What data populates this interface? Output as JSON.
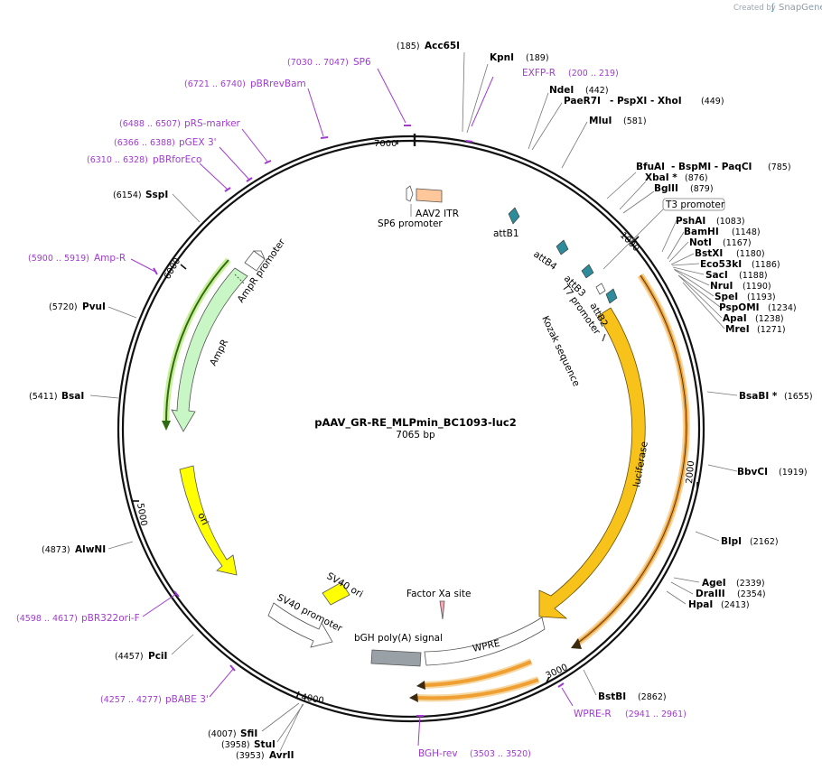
{
  "credit": {
    "prefix": "Created by",
    "brand": "SnapGene"
  },
  "plasmid": {
    "name": "pAAV_GR-RE_MLPmin_BC1093-luc2",
    "size": "7065 bp"
  },
  "ring_ticks": [
    "1000",
    "2000",
    "3000",
    "4000",
    "5000",
    "6000",
    "7000"
  ],
  "sites": [
    {
      "name": "Acc65I",
      "pos": "(185)"
    },
    {
      "name": "KpnI",
      "pos": "(189)"
    },
    {
      "name": "NdeI",
      "pos": "(442)"
    },
    {
      "name": "PaeR7I",
      "extra": "- PspXI - XhoI",
      "pos": "(449)"
    },
    {
      "name": "MluI",
      "pos": "(581)"
    },
    {
      "name": "BfuAI",
      "extra": "- BspMI - PaqCI",
      "pos": "(785)"
    },
    {
      "name": "XbaI *",
      "pos": "(876)"
    },
    {
      "name": "BglII",
      "pos": "(879)"
    },
    {
      "name": "PshAI",
      "pos": "(1083)"
    },
    {
      "name": "BamHI",
      "pos": "(1148)"
    },
    {
      "name": "NotI",
      "pos": "(1167)"
    },
    {
      "name": "BstXI",
      "pos": "(1180)"
    },
    {
      "name": "Eco53kI",
      "pos": "(1186)"
    },
    {
      "name": "SacI",
      "pos": "(1188)"
    },
    {
      "name": "NruI",
      "pos": "(1190)"
    },
    {
      "name": "SpeI",
      "pos": "(1193)"
    },
    {
      "name": "PspOMI",
      "pos": "(1234)"
    },
    {
      "name": "ApaI",
      "pos": "(1238)"
    },
    {
      "name": "MreI",
      "pos": "(1271)"
    },
    {
      "name": "BsaBI *",
      "pos": "(1655)"
    },
    {
      "name": "BbvCI",
      "pos": "(1919)"
    },
    {
      "name": "BlpI",
      "pos": "(2162)"
    },
    {
      "name": "AgeI",
      "pos": "(2339)"
    },
    {
      "name": "DraIII",
      "pos": "(2354)"
    },
    {
      "name": "HpaI",
      "pos": "(2413)"
    },
    {
      "name": "BstBI",
      "pos": "(2862)"
    },
    {
      "name": "AvrII",
      "pos": "(3953)"
    },
    {
      "name": "StuI",
      "pos": "(3958)"
    },
    {
      "name": "SfiI",
      "pos": "(4007)"
    },
    {
      "name": "PciI",
      "pos": "(4457)"
    },
    {
      "name": "AlwNI",
      "pos": "(4873)"
    },
    {
      "name": "BsaI",
      "pos": "(5411)"
    },
    {
      "name": "PvuI",
      "pos": "(5720)"
    },
    {
      "name": "SspI",
      "pos": "(6154)"
    }
  ],
  "primers": [
    {
      "name": "SP6",
      "range": "(7030 .. 7047)"
    },
    {
      "name": "pBRrevBam",
      "range": "(6721 .. 6740)"
    },
    {
      "name": "pRS-marker",
      "range": "(6488 .. 6507)"
    },
    {
      "name": "pGEX 3'",
      "range": "(6366 .. 6388)"
    },
    {
      "name": "pBRforEco",
      "range": "(6310 .. 6328)"
    },
    {
      "name": "Amp-R",
      "range": "(5900 .. 5919)"
    },
    {
      "name": "EXFP-R",
      "range": "(200 .. 219)"
    },
    {
      "name": "pBR322ori-F",
      "range": "(4598 .. 4617)"
    },
    {
      "name": "pBABE 3'",
      "range": "(4257 .. 4277)"
    },
    {
      "name": "BGH-rev",
      "range": "(3503 .. 3520)"
    },
    {
      "name": "WPRE-R",
      "range": "(2941 .. 2961)"
    }
  ],
  "features": {
    "aav2_itr": "AAV2 ITR",
    "sp6_promoter": "SP6 promoter",
    "attb1": "attB1",
    "attb4": "attB4",
    "attb3": "attB3",
    "attb2": "attB2",
    "t7_promoter": "T7 promoter",
    "t3_promoter": "T3 promoter",
    "kozak": "Kozak sequence",
    "luciferase": "luciferase",
    "wpre": "WPRE",
    "factor_xa": "Factor Xa site",
    "bgh_polya": "bGH poly(A) signal",
    "sv40_ori": "SV40 ori",
    "sv40_promoter": "SV40 promoter",
    "ori": "ori",
    "ampr": "AmpR",
    "ampr_promoter": "AmpR promoter"
  },
  "colors": {
    "primer": "#a13bd0",
    "luciferase": "#f7c21a",
    "ori": "#ffff00",
    "ampr": "#c8f7c5",
    "aav_itr": "#ffc79a",
    "bgh": "#9aa1a6",
    "att": "#2e8b9a",
    "orf_highlight": "#f0a032",
    "credit": "#9aa5b0"
  }
}
